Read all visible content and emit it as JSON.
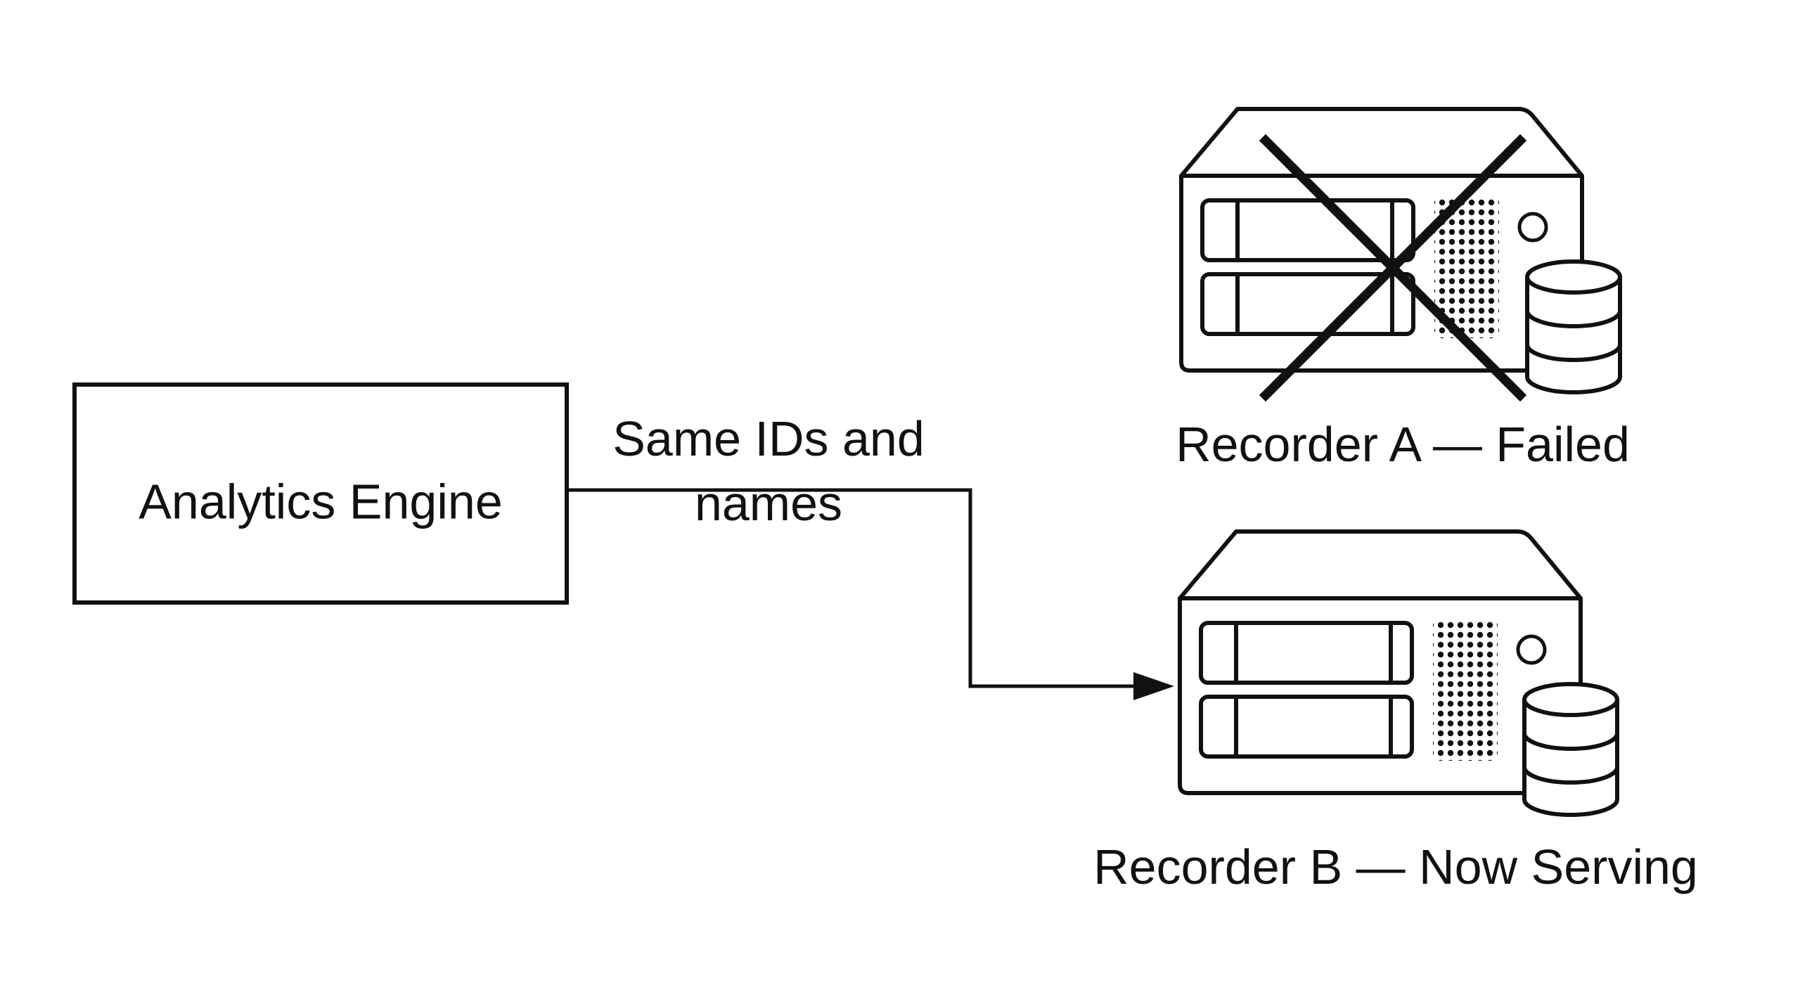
{
  "nodes": {
    "engine": {
      "label": "Analytics Engine"
    },
    "recorder_a": {
      "label": "Recorder A — Failed",
      "status": "failed",
      "status_icon": "x-cross-icon"
    },
    "recorder_b": {
      "label": "Recorder B — Now Serving",
      "status": "serving"
    }
  },
  "edge": {
    "label_line1": "Same IDs and",
    "label_line2": "names",
    "from": "engine",
    "to": "recorder_b"
  },
  "icons": {
    "server": "server-icon",
    "database": "database-icon",
    "arrow": "arrowhead-icon"
  },
  "colors": {
    "stroke": "#111111",
    "background": "#ffffff"
  }
}
